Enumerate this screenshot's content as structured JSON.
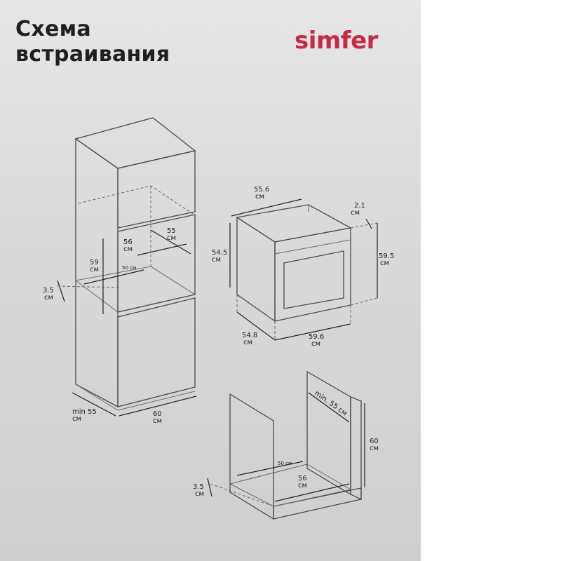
{
  "header": {
    "title_line1": "Схема",
    "title_line2": "встраивания",
    "brand": "simfer"
  },
  "colors": {
    "brand": "#c72a43",
    "background_panel": "#d9d9d9",
    "line": "#4a4a4a"
  },
  "tall_cabinet": {
    "dim_opening_width": "55",
    "dim_opening_width_unit": "см",
    "dim_opening_depth": "56",
    "dim_opening_depth_unit": "см",
    "dim_opening_height": "59",
    "dim_opening_height_unit": "см",
    "dim_vent_gap": "50 см",
    "dim_plinth": "3.5",
    "dim_plinth_unit": "см",
    "dim_depth_min": "min 55",
    "dim_depth_min_unit": "см",
    "dim_width": "60",
    "dim_width_unit": "см"
  },
  "oven": {
    "dim_top_depth": "55.6",
    "dim_top_depth_unit": "см",
    "dim_panel_thickness": "2.1",
    "dim_panel_thickness_unit": "см",
    "dim_body_height": "54.5",
    "dim_body_height_unit": "см",
    "dim_front_height": "59.5",
    "dim_front_height_unit": "см",
    "dim_bottom_depth": "54.8",
    "dim_bottom_depth_unit": "см",
    "dim_front_width": "59.6",
    "dim_front_width_unit": "см"
  },
  "base_cabinet": {
    "dim_depth_min": "min. 55 см",
    "dim_height": "60",
    "dim_height_unit": "см",
    "dim_vent_gap": "50 см",
    "dim_width": "56",
    "dim_width_unit": "см",
    "dim_plinth": "3.5",
    "dim_plinth_unit": "см"
  }
}
